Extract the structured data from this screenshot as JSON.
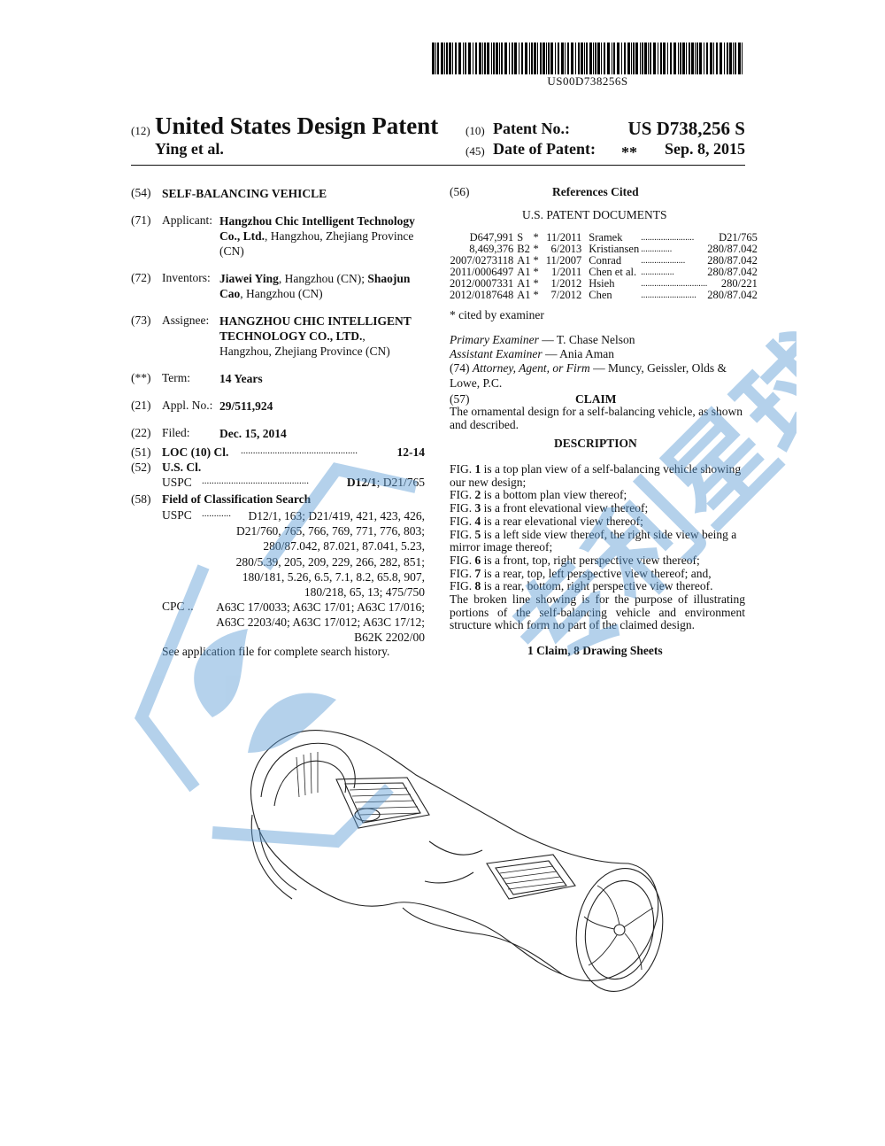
{
  "barcode_number": "US00D738256S",
  "header": {
    "code12": "(12)",
    "doc_type": "United States Design Patent",
    "authors": "Ying et al.",
    "code10": "(10)",
    "patent_no_label": "Patent No.:",
    "patent_no": "US D738,256 S",
    "code45": "(45)",
    "date_label": "Date of Patent:",
    "date_mark": "**",
    "date": "Sep. 8, 2015"
  },
  "left": {
    "f54": {
      "code": "(54)",
      "title": "SELF-BALANCING VEHICLE"
    },
    "f71": {
      "code": "(71)",
      "label": "Applicant:",
      "name": "Hangzhou Chic Intelligent Technology",
      "name2": "Co., Ltd.",
      "rest": ", Hangzhou, Zhejiang Province",
      "rest2": "(CN)"
    },
    "f72": {
      "code": "(72)",
      "label": "Inventors:",
      "inv1": "Jiawei Ying",
      "inv1_rest": ", Hangzhou (CN); ",
      "inv2a": "Shaojun",
      "inv2b": "Cao",
      "inv2_rest": ", Hangzhou (CN)"
    },
    "f73": {
      "code": "(73)",
      "label": "Assignee:",
      "name1": "HANGZHOU CHIC INTELLIGENT",
      "name2": "TECHNOLOGY CO., LTD.",
      "name2_rest": ",",
      "loc": "Hangzhou, Zhejiang Province (CN)"
    },
    "fterm": {
      "code": "(**)",
      "label": "Term:",
      "value": "14 Years"
    },
    "f21": {
      "code": "(21)",
      "label": "Appl. No.:",
      "value": "29/511,924"
    },
    "f22": {
      "code": "(22)",
      "label": "Filed:",
      "value": "Dec. 15, 2014"
    },
    "f51": {
      "code": "(51)",
      "label": "LOC (10) Cl.",
      "dots": "................................................",
      "value": "12-14"
    },
    "f52": {
      "code": "(52)",
      "label": "U.S. Cl.",
      "uspc": "USPC",
      "dots": "............................................",
      "main": "D12/1",
      "rest": "; D21/765"
    },
    "f58": {
      "code": "(58)",
      "label": "Field of Classification Search",
      "uspc_label": "USPC",
      "uspc_dots": "............",
      "uspc_lines": [
        "D12/1, 163; D21/419, 421, 423, 426,",
        "D21/760, 765, 766, 769, 771, 776, 803;",
        "280/87.042, 87.021, 87.041, 5.23,",
        "280/5.39, 205, 209, 229, 266, 282, 851;",
        "180/181, 5.26, 6.5, 7.1, 8.2, 65.8, 907,",
        "180/218, 65, 13; 475/750"
      ],
      "cpc_label": "CPC ..",
      "cpc_lines": [
        "A63C 17/0033;  A63C 17/01;  A63C 17/016;",
        "A63C 2203/40;  A63C 17/012;  A63C 17/12;",
        "B62K 2202/00"
      ],
      "see": "See application file for complete search history."
    }
  },
  "right": {
    "f56": {
      "code": "(56)",
      "label": "References Cited"
    },
    "subhead": "U.S. PATENT DOCUMENTS",
    "refs": [
      {
        "num": "D647,991",
        "kind": "S",
        "star": "*",
        "date": "11/2011",
        "name": "Sramek",
        "dots": "........................",
        "cls": "D21/765"
      },
      {
        "num": "8,469,376",
        "kind": "B2",
        "star": "*",
        "date": "6/2013",
        "name": "Kristiansen",
        "dots": "..............",
        "cls": "280/87.042"
      },
      {
        "num": "2007/0273118",
        "kind": "A1",
        "star": "*",
        "date": "11/2007",
        "name": "Conrad",
        "dots": "....................",
        "cls": "280/87.042"
      },
      {
        "num": "2011/0006497",
        "kind": "A1",
        "star": "*",
        "date": "1/2011",
        "name": "Chen et al.",
        "dots": "...............",
        "cls": "280/87.042"
      },
      {
        "num": "2012/0007331",
        "kind": "A1",
        "star": "*",
        "date": "1/2012",
        "name": "Hsieh",
        "dots": "..............................",
        "cls": "280/221"
      },
      {
        "num": "2012/0187648",
        "kind": "A1",
        "star": "*",
        "date": "7/2012",
        "name": "Chen",
        "dots": ".........................",
        "cls": "280/87.042"
      }
    ],
    "cited_note": "* cited by examiner",
    "primary_label": "Primary Examiner",
    "primary_name": " — T. Chase Nelson",
    "assistant_label": "Assistant Examiner",
    "assistant_name": " — Ania Aman",
    "f74_code": "(74)",
    "f74_label": "Attorney, Agent, or Firm",
    "f74_value": " — Muncy, Geissler, Olds &",
    "f74_value2": "Lowe, P.C.",
    "f57": {
      "code": "(57)",
      "label": "CLAIM"
    },
    "claim_text": "The ornamental design for a self-balancing vehicle, as shown and described.",
    "desc_head": "DESCRIPTION",
    "figs": [
      {
        "pre": "FIG. ",
        "n": "1",
        "post": " is a top plan view of a self-balancing vehicle showing our new design;"
      },
      {
        "pre": "FIG. ",
        "n": "2",
        "post": " is a bottom plan view thereof;"
      },
      {
        "pre": "FIG. ",
        "n": "3",
        "post": " is a front elevational view thereof;"
      },
      {
        "pre": "FIG. ",
        "n": "4",
        "post": " is a rear elevational view thereof;"
      },
      {
        "pre": "FIG. ",
        "n": "5",
        "post": " is a left side view thereof, the right side view being a mirror image thereof;"
      },
      {
        "pre": "FIG. ",
        "n": "6",
        "post": " is a front, top, right perspective view thereof;"
      },
      {
        "pre": "FIG. ",
        "n": "7",
        "post": " is a rear, top, left perspective view thereof; and,"
      },
      {
        "pre": "FIG. ",
        "n": "8",
        "post": " is a rear, bottom, right perspective view thereof."
      }
    ],
    "broken_line": "The broken line showing is for the purpose of illustrating portions of the self-balancing vehicle and environment structure which form no part of the claimed design.",
    "claims_sheets": "1 Claim, 8 Drawing Sheets"
  },
  "watermark": {
    "text": "专利星球",
    "color": "#5b9bd5"
  }
}
